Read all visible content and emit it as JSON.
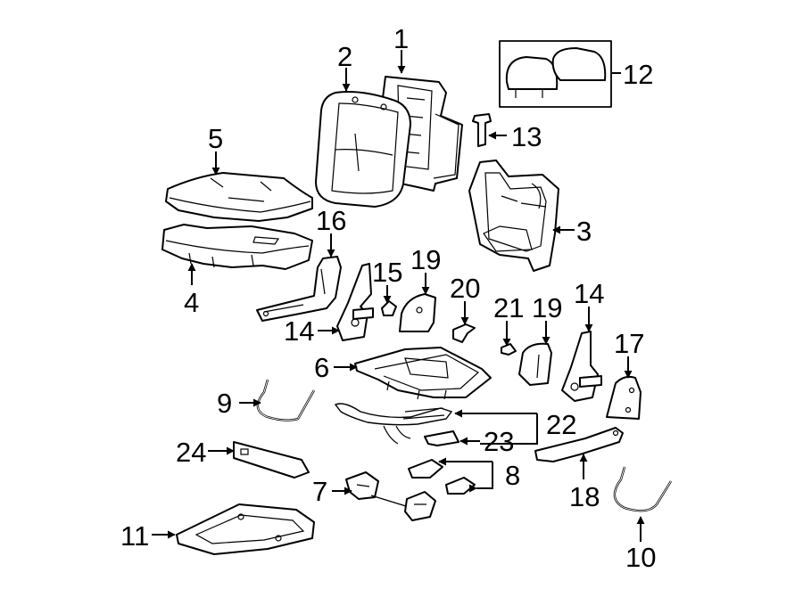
{
  "callouts": {
    "c1": "1",
    "c2": "2",
    "c3": "3",
    "c4": "4",
    "c5": "5",
    "c6": "6",
    "c7": "7",
    "c8": "8",
    "c9": "9",
    "c10": "10",
    "c11": "11",
    "c12": "12",
    "c13": "13",
    "c14a": "14",
    "c14b": "14",
    "c15": "15",
    "c16": "16",
    "c17": "17",
    "c18": "18",
    "c19a": "19",
    "c19b": "19",
    "c20": "20",
    "c21": "21",
    "c22": "22",
    "c23": "23",
    "c24": "24"
  }
}
